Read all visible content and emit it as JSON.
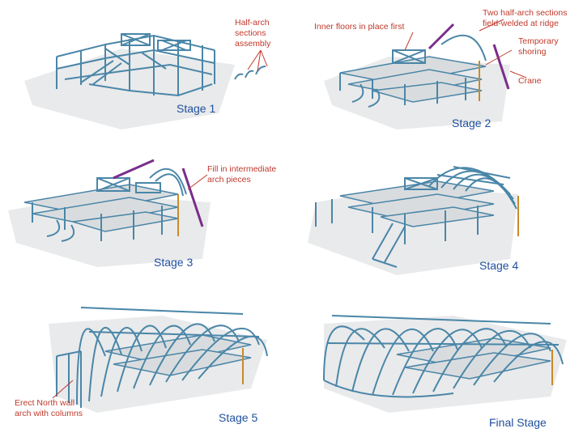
{
  "colors": {
    "steel": "#4a86a8",
    "steel_dark": "#2f6685",
    "floor": "#d9dcde",
    "ground": "#e9eaeb",
    "crane": "#7a2d8c",
    "shoring": "#c98a2a",
    "annotation": "#c0392b",
    "stage_label": "#1f4f9e"
  },
  "stages": [
    {
      "label": "Stage 1",
      "notes": [
        "Half-arch\nsections\nassembly"
      ]
    },
    {
      "label": "Stage 2",
      "notes": [
        "Inner floors in place first",
        "Two half-arch sections\nfield-welded at ridge",
        "Temporary\nshoring",
        "Crane"
      ]
    },
    {
      "label": "Stage 3",
      "notes": [
        "Fill in intermediate\narch pieces"
      ]
    },
    {
      "label": "Stage 4",
      "notes": []
    },
    {
      "label": "Stage 5",
      "notes": [
        "Erect North wall\narch with columns"
      ]
    },
    {
      "label": "Final Stage",
      "notes": []
    }
  ]
}
